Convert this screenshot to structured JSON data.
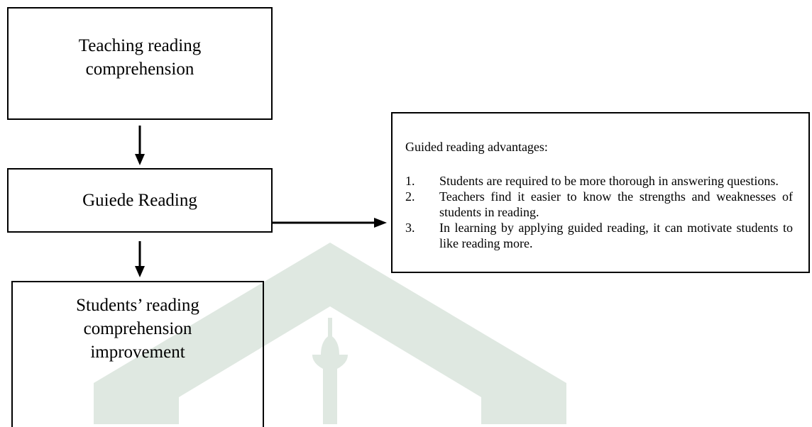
{
  "diagram": {
    "box_teaching": "Teaching reading comprehension",
    "box_guided": "Guiede Reading",
    "box_improvement": "Students’ reading comprehension improvement",
    "advantages": {
      "title": "Guided reading advantages:",
      "items": [
        {
          "num": "1.",
          "text": "Students are required to be more thorough in answering questions."
        },
        {
          "num": "2.",
          "text": "Teachers find it easier to know the strengths and weaknesses of students in reading."
        },
        {
          "num": "3.",
          "text": "In learning by applying guided reading, it can motivate students to like reading more."
        }
      ]
    }
  },
  "colors": {
    "stroke": "#000000",
    "watermark": "#dfe8e1"
  }
}
